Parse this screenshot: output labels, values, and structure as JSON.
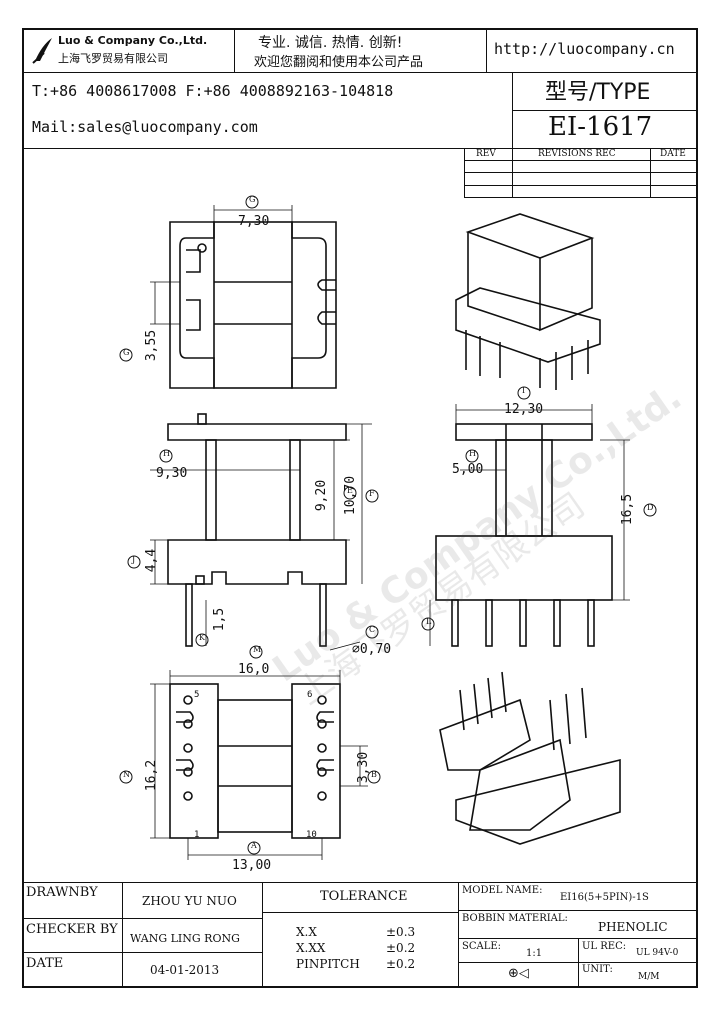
{
  "header": {
    "company_en": "Luo & Company Co.,Ltd.",
    "company_cn": "上海飞罗贸易有限公司",
    "slogan_1": "专业. 诚信. 热情. 创新!",
    "slogan_2": "欢迎您翻阅和使用本公司产品",
    "website": "http://luocompany.cn",
    "phone": "T:+86 4008617008 F:+86 4008892163-104818",
    "mail": "Mail:sales@luocompany.com",
    "type_label": "型号/TYPE",
    "type_value": "EI-1617"
  },
  "revisions": {
    "col_rev": "REV",
    "col_rec": "REVISIONS REC",
    "col_date": "DATE"
  },
  "dimensions": {
    "g_top": "7,30",
    "g_side": "3,55",
    "h_left": "9,30",
    "e_height": "9,20",
    "f_height": "10,70",
    "j_height": "4,4",
    "k_height": "1,5",
    "c_pin": "⌀0,70",
    "i_width": "12,30",
    "h_right": "5,00",
    "d_height": "16,5",
    "m_width": "16,0",
    "n_height": "16,2",
    "b_pitch": "3,30",
    "a_width": "13,00",
    "pin_5": "5",
    "pin_6": "6",
    "pin_1": "1",
    "pin_10": "10"
  },
  "markers": {
    "G": "G",
    "H": "H",
    "E": "E",
    "F": "F",
    "J": "J",
    "K": "K",
    "C": "C",
    "I": "I",
    "D": "D",
    "L": "L",
    "M": "M",
    "N": "N",
    "B": "B",
    "A": "A",
    "O": "G"
  },
  "watermark": {
    "en": "Luo & Company Co.,Ltd.",
    "cn": "上海飞罗贸易有限公司"
  },
  "title_block": {
    "drawnby_label": "DRAWNBY",
    "drawnby_value": "ZHOU YU NUO",
    "checker_label": "CHECKER BY",
    "checker_value": "WANG LING RONG",
    "date_label": "DATE",
    "date_value": "04-01-2013",
    "tolerance_label": "TOLERANCE",
    "tol_xx_label": "X.X",
    "tol_xx_value": "±0.3",
    "tol_xxx_label": "X.XX",
    "tol_xxx_value": "±0.2",
    "tol_pin_label": "PINPITCH",
    "tol_pin_value": "±0.2",
    "model_label": "MODEL NAME:",
    "model_value": "EI16(5+5PIN)-1S",
    "bobbin_label": "BOBBIN MATERIAL:",
    "bobbin_value": "PHENOLIC",
    "scale_label": "SCALE:",
    "scale_value": "1:1",
    "ulrec_label": "UL REC:",
    "ulrec_value": "UL 94V-0",
    "unit_label": "UNIT:",
    "unit_value": "M/M",
    "projection_symbol": "⊕◁"
  }
}
